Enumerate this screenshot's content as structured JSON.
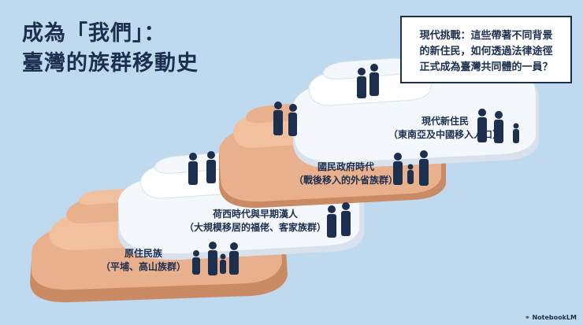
{
  "title": {
    "line1": "成為「我們」：",
    "line2": "臺灣的族群移動史"
  },
  "callout": {
    "line1": "現代挑戰：這些帶著不同背景",
    "line2": "的新住民，如何透過法律途徑",
    "line3": "正式成為臺灣共同體的一員？"
  },
  "stages": [
    {
      "name": "原住民族",
      "detail": "（平埔、高山族群）"
    },
    {
      "name": "荷西時代與早期漢人",
      "detail": "（大規模移居的福佬、客家族群）"
    },
    {
      "name": "國民政府時代",
      "detail": "（戰後移入的外省族群）"
    },
    {
      "name": "現代新住民",
      "detail": "（東南亞及中國移入人口）"
    }
  ],
  "footer": {
    "brand": "NotebookLM"
  },
  "colors": {
    "background": "#bfd9ef",
    "navy": "#1d2f4f",
    "terracotta": "#e9b08e",
    "terracotta_dark": "#c98a64",
    "white_layer": "#f4f7fb",
    "white_shade": "#d8e1ec"
  }
}
